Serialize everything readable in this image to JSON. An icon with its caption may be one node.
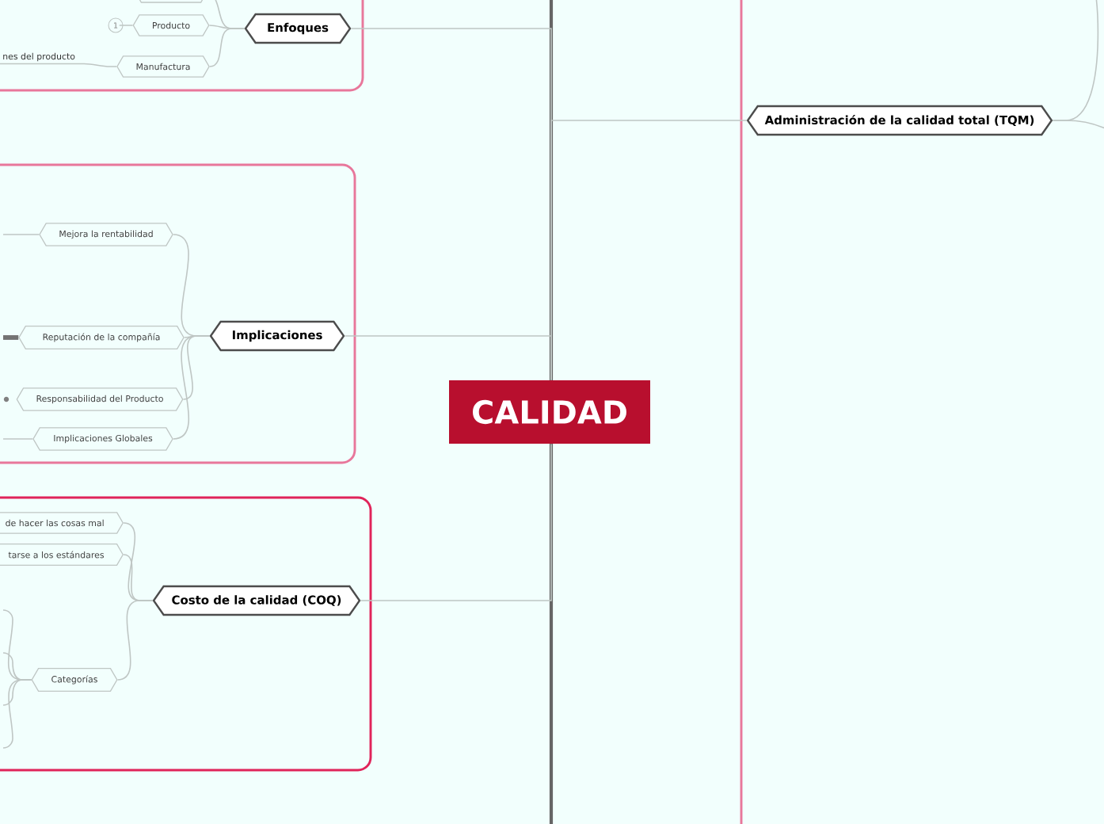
{
  "diagram": {
    "nodes": [
      {
        "text": [
          "CALIDAD"
        ]
      },
      {
        "text": [
          "Enfoques"
        ]
      },
      {
        "text": [],
        "shape": "hexagon"
      },
      {
        "text": [
          "Producto"
        ]
      },
      {
        "text": [
          "1"
        ]
      },
      {
        "text": [
          "Manufactura"
        ]
      },
      {
        "text": [
          "nes del producto"
        ]
      },
      {
        "text": [
          "Implicaciones"
        ]
      },
      {
        "text": [
          "Mejora la rentabilidad"
        ]
      },
      {
        "text": [
          "Reputación de la compañía"
        ]
      },
      {
        "text": [
          "Responsabilidad del Producto"
        ]
      },
      {
        "text": [
          "Implicaciones Globales"
        ]
      },
      {
        "text": [
          "Costo de la calidad (COQ)"
        ]
      },
      {
        "text": [
          "de hacer las cosas mal"
        ]
      },
      {
        "text": [
          "tarse a los estándares"
        ]
      },
      {
        "text": [
          "Categorías"
        ]
      },
      {
        "text": [
          "Administración de la calidad total (TQM)"
        ]
      }
    ],
    "edges": [
      {
        "from": 0,
        "to": 1,
        "arrow": "none"
      },
      {
        "from": 0,
        "to": 16,
        "arrow": "none"
      },
      {
        "from": 0,
        "to": 7,
        "arrow": "none"
      },
      {
        "from": 0,
        "to": 12,
        "arrow": "none"
      },
      {
        "from": 1,
        "to": 2,
        "arrow": "none"
      },
      {
        "from": 1,
        "to": 3,
        "arrow": "none"
      },
      {
        "from": 1,
        "to": 5,
        "arrow": "none"
      },
      {
        "from": 3,
        "to": 4,
        "arrow": "none"
      },
      {
        "from": 5,
        "to": 6,
        "arrow": "none"
      },
      {
        "from": 7,
        "to": 8,
        "arrow": "none"
      },
      {
        "from": 7,
        "to": 9,
        "arrow": "none"
      },
      {
        "from": 7,
        "to": 10,
        "arrow": "none"
      },
      {
        "from": 7,
        "to": 11,
        "arrow": "none"
      },
      {
        "from": 8,
        "to": null,
        "arrow": "none"
      },
      {
        "from": 9,
        "to": null,
        "arrow": "none",
        "style": "thick"
      },
      {
        "from": 11,
        "to": null,
        "arrow": "none"
      },
      {
        "from": 12,
        "to": 13,
        "arrow": "none"
      },
      {
        "from": 12,
        "to": 14,
        "arrow": "none"
      },
      {
        "from": 12,
        "to": 15,
        "arrow": "none"
      },
      {
        "from": 15,
        "to": null,
        "arrow": "none"
      },
      {
        "from": 15,
        "to": null,
        "arrow": "none"
      },
      {
        "from": 15,
        "to": null,
        "arrow": "none"
      },
      {
        "from": 15,
        "to": null,
        "arrow": "none"
      },
      {
        "from": 16,
        "to": null,
        "arrow": "none"
      },
      {
        "from": 16,
        "to": null,
        "arrow": "none"
      }
    ]
  }
}
